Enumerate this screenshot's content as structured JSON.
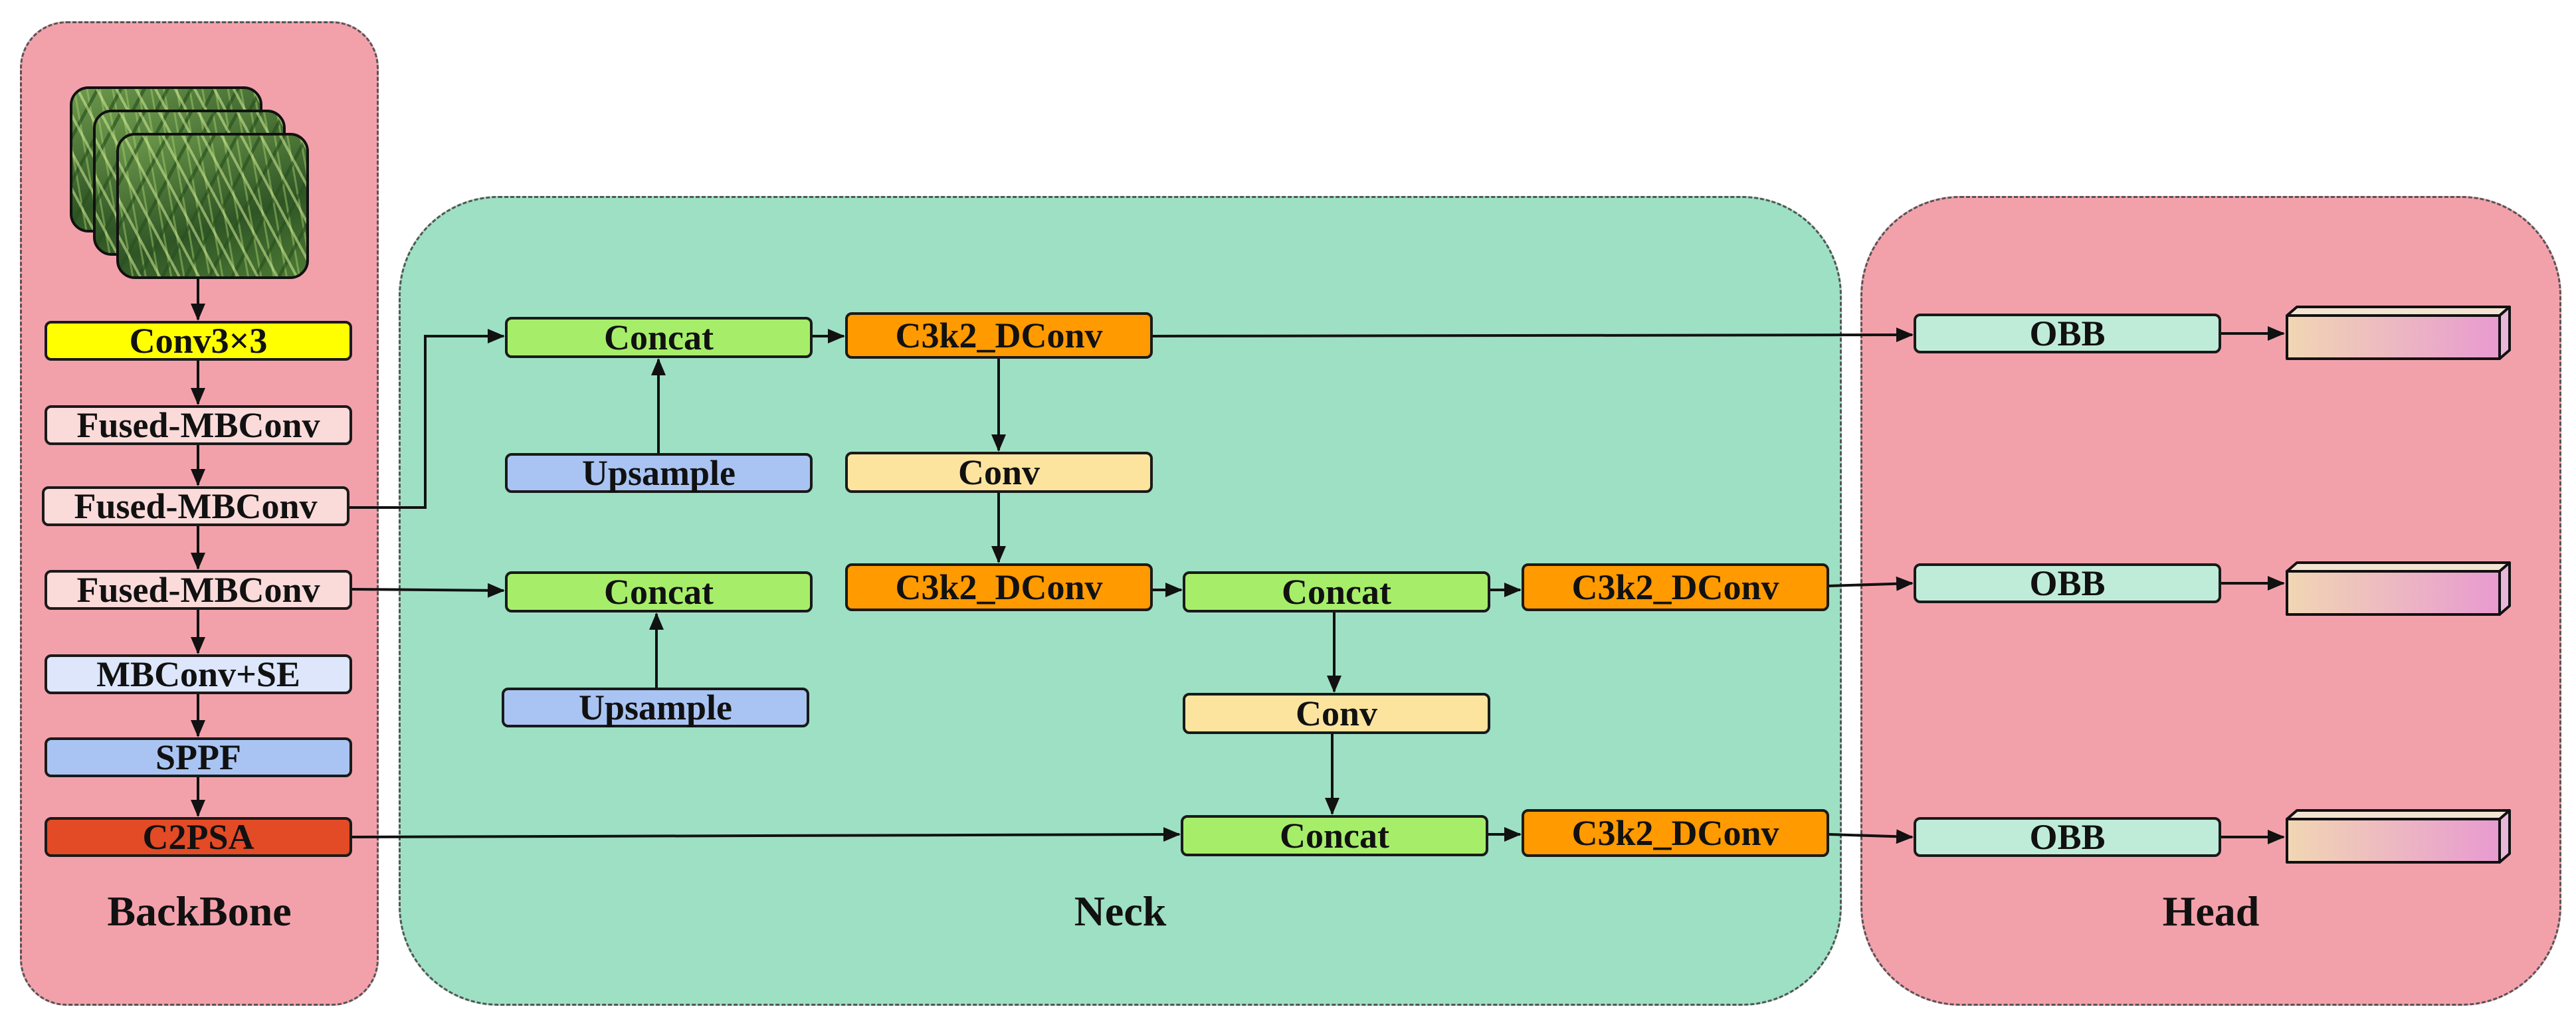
{
  "panels": {
    "backbone": "BackBone",
    "neck": "Neck",
    "head": "Head"
  },
  "backbone": {
    "input_image": "field-image-stack",
    "layers": [
      "Conv3×3",
      "Fused-MBConv",
      "Fused-MBConv",
      "Fused-MBConv",
      "MBConv+SE",
      "SPPF",
      "C2PSA"
    ]
  },
  "neck": {
    "top_row": {
      "concat": "Concat",
      "c3k2": "C3k2_DConv",
      "upsample": "Upsample",
      "conv": "Conv"
    },
    "mid_row": {
      "concat": "Concat",
      "c3k2": "C3k2_DConv",
      "upsample": "Upsample",
      "concat2": "Concat",
      "c3k2_out": "C3k2_DConv",
      "conv": "Conv"
    },
    "bottom_row": {
      "concat": "Concat",
      "c3k2_out": "C3k2_DConv"
    }
  },
  "head": {
    "obb": [
      "OBB",
      "OBB",
      "OBB"
    ]
  },
  "colors": {
    "backbone_bg": "#f2a1ab",
    "neck_bg": "#9ee0c4",
    "head_bg": "#f2a1ab",
    "conv3x3": "#ffff00",
    "fused_mbconv": "#fbdada",
    "mbconv_se": "#dde6fb",
    "sppf": "#a9c4f3",
    "c2psa": "#e34a26",
    "concat": "#a6ee6a",
    "c3k2": "#ff9a00",
    "conv": "#fde49e",
    "upsample": "#a9c4f3",
    "obb": "#bfecd8"
  }
}
